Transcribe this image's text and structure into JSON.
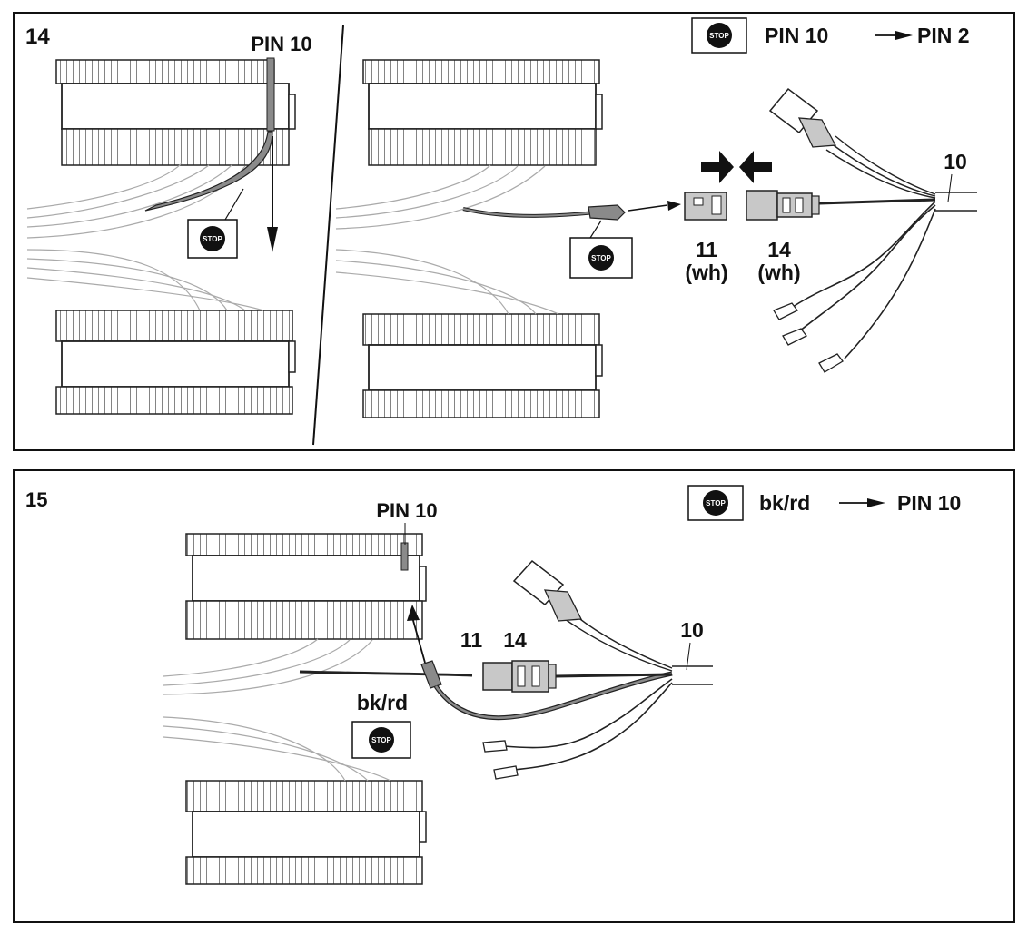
{
  "stop_icon_text": "STOP",
  "panel_14": {
    "step_number": "14",
    "pin_label": "PIN 10",
    "instruction": {
      "from": "PIN 10",
      "to": "PIN 2"
    },
    "connector_11": {
      "number": "11",
      "color": "(wh)"
    },
    "connector_14": {
      "number": "14",
      "color": "(wh)"
    },
    "harness_label": "10"
  },
  "panel_15": {
    "step_number": "15",
    "pin_label": "PIN 10",
    "instruction": {
      "from": "bk/rd",
      "to": "PIN 10"
    },
    "connector_11_label": "11",
    "connector_14_label": "14",
    "harness_label": "10",
    "wire_label": "bk/rd"
  },
  "colors": {
    "line": "#111111",
    "wire_highlight": "#8a8a8a",
    "connector_fill": "#c8c8c8",
    "stop_icon": "#111111"
  }
}
